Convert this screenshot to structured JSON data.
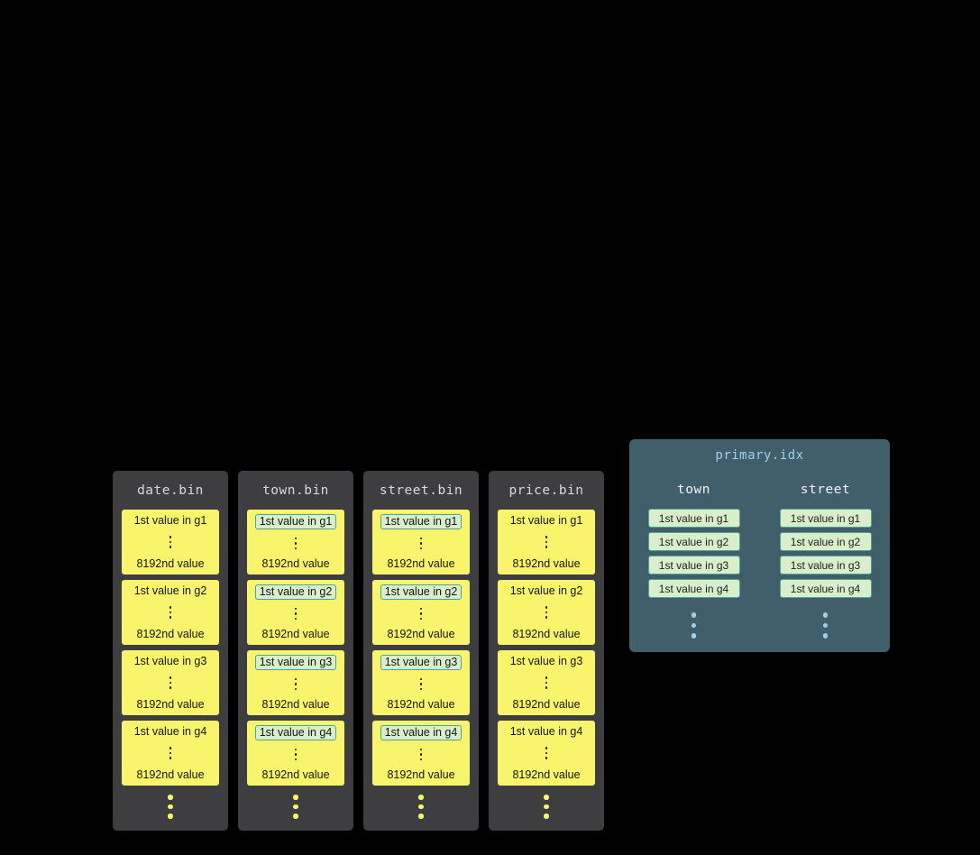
{
  "colors": {
    "background": "#000000",
    "bin_panel": "#3e3e40",
    "bin_header_text": "#d9d9d9",
    "granule_fill": "#f8f56c",
    "granule_text": "#151515",
    "highlight_fill": "#d9efcb",
    "highlight_border": "#4fa392",
    "index_panel": "#415e6b",
    "index_title_text": "#9fd2e8",
    "index_header_text": "#eef2f4",
    "index_dots": "#9fd2e8",
    "bin_dots": "#f8f56c"
  },
  "bin_files": [
    {
      "name": "date.bin",
      "granules": [
        {
          "first": "1st value in g1",
          "last": "8192nd value"
        },
        {
          "first": "1st value in g2",
          "last": "8192nd value"
        },
        {
          "first": "1st value in g3",
          "last": "8192nd value"
        },
        {
          "first": "1st value in g4",
          "last": "8192nd value"
        }
      ]
    },
    {
      "name": "town.bin",
      "granules": [
        {
          "first": "1st value in g1",
          "last": "8192nd value"
        },
        {
          "first": "1st value in g2",
          "last": "8192nd value"
        },
        {
          "first": "1st value in g3",
          "last": "8192nd value"
        },
        {
          "first": "1st value in g4",
          "last": "8192nd value"
        }
      ]
    },
    {
      "name": "street.bin",
      "granules": [
        {
          "first": "1st value in g1",
          "last": "8192nd value"
        },
        {
          "first": "1st value in g2",
          "last": "8192nd value"
        },
        {
          "first": "1st value in g3",
          "last": "8192nd value"
        },
        {
          "first": "1st value in g4",
          "last": "8192nd value"
        }
      ]
    },
    {
      "name": "price.bin",
      "granules": [
        {
          "first": "1st value in g1",
          "last": "8192nd value"
        },
        {
          "first": "1st value in g2",
          "last": "8192nd value"
        },
        {
          "first": "1st value in g3",
          "last": "8192nd value"
        },
        {
          "first": "1st value in g4",
          "last": "8192nd value"
        }
      ]
    }
  ],
  "primary_index": {
    "title": "primary.idx",
    "columns": [
      {
        "name": "town",
        "entries": [
          "1st value in g1",
          "1st value in g2",
          "1st value in g3",
          "1st value in g4"
        ]
      },
      {
        "name": "street",
        "entries": [
          "1st value in g1",
          "1st value in g2",
          "1st value in g3",
          "1st value in g4"
        ]
      }
    ]
  }
}
